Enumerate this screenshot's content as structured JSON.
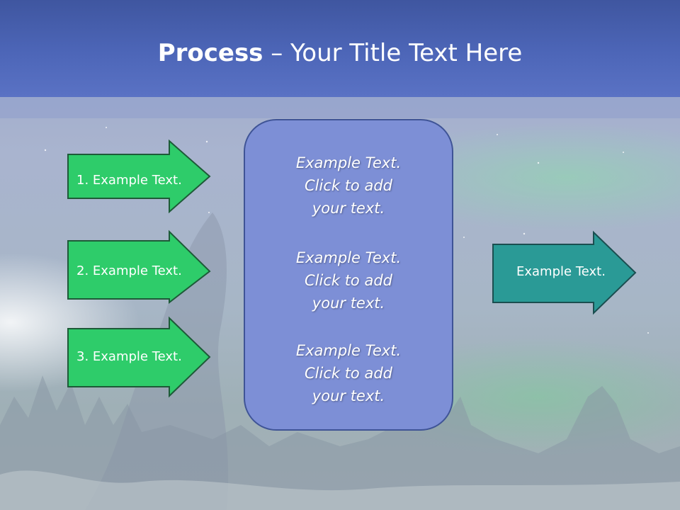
{
  "title": {
    "bold": "Process",
    "rest": " – Your Title Text Here"
  },
  "arrows": [
    {
      "label": "1. Example Text."
    },
    {
      "label": "2. Example Text."
    },
    {
      "label": "3. Example Text."
    }
  ],
  "center_box": {
    "paragraphs": [
      {
        "lines": [
          "Example Text.",
          "Click  to add",
          "your text."
        ]
      },
      {
        "lines": [
          "Example Text.",
          "Click  to add",
          "your text."
        ]
      },
      {
        "lines": [
          "Example Text.",
          "Click  to add",
          "your text."
        ]
      }
    ]
  },
  "output_arrow": {
    "label": "Example Text."
  },
  "colors": {
    "title_band": "#4d66b8",
    "green_arrow": "#2ecc6a",
    "teal_arrow": "#2a9a96",
    "box_fill": "#7d8fd6",
    "text": "#ffffff"
  }
}
